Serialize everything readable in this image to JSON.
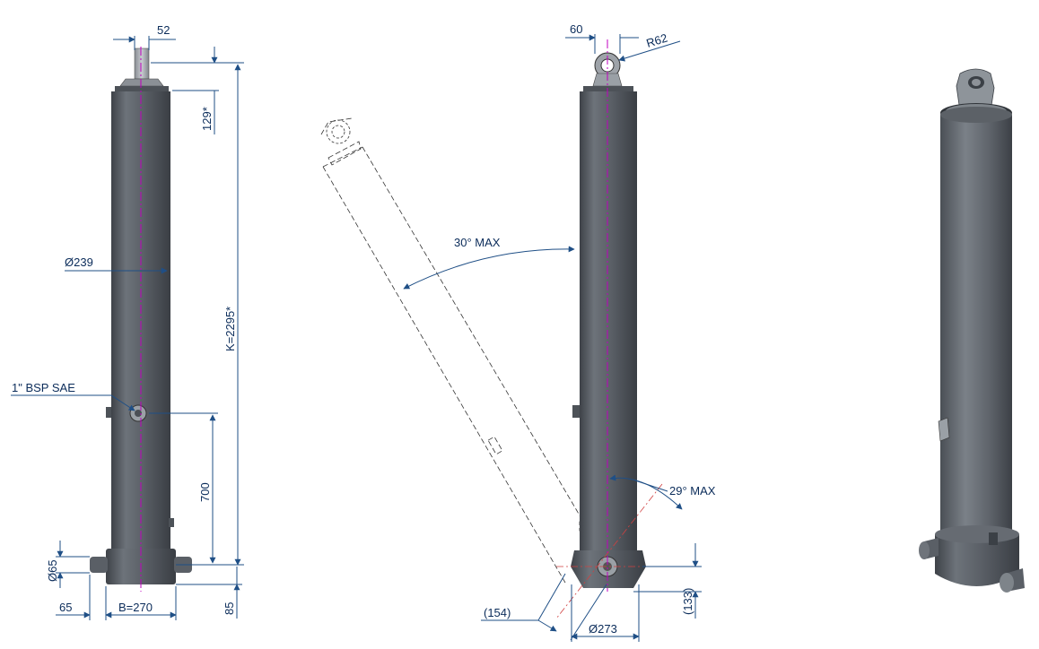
{
  "drawing": {
    "front_view": {
      "rod_width": "52",
      "top_height": "129*",
      "body_diameter": "Ø239",
      "overall_length": "K=2295*",
      "port_label": "1\" BSP SAE",
      "port_height": "700",
      "trunnion_diameter": "Ø65",
      "trunnion_offset": "65",
      "base_width": "B=270",
      "base_height": "85"
    },
    "side_view": {
      "eye_width": "60",
      "eye_radius": "R62",
      "tilt_angle": "30° MAX",
      "swing_angle": "29° MAX",
      "pivot_offset": "(154)",
      "base_diameter": "Ø273",
      "base_height": "(133)"
    }
  },
  "colors": {
    "dimension": "#1f4f86",
    "text": "#0b2c5a",
    "centerline": "#c000c0",
    "body": "#5b6067"
  }
}
